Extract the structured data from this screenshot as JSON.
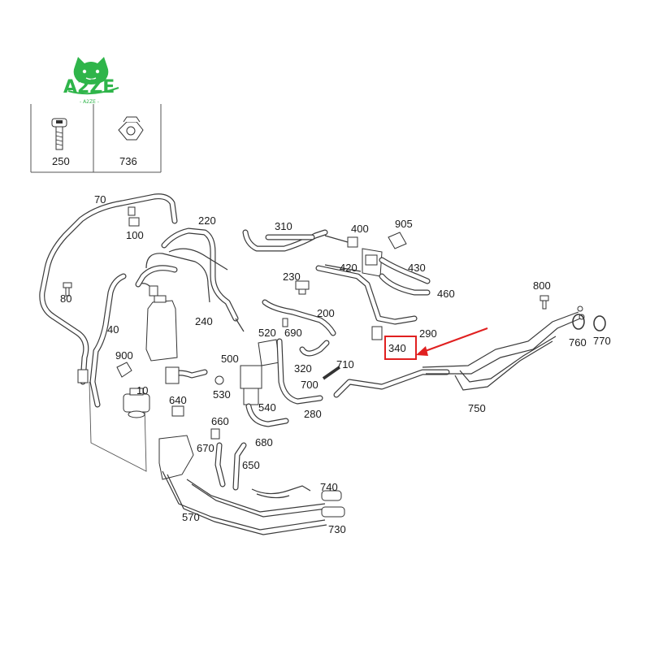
{
  "logo": {
    "text": "A2ZE",
    "subtext": "- A2ZE -"
  },
  "fastener_table": {
    "cells": [
      {
        "part_no": "250",
        "icon": "screw-icon"
      },
      {
        "part_no": "736",
        "icon": "nut-icon"
      }
    ]
  },
  "callouts": [
    "70",
    "100",
    "220",
    "310",
    "400",
    "905",
    "420",
    "430",
    "460",
    "80",
    "230",
    "200",
    "240",
    "520",
    "690",
    "290",
    "800",
    "40",
    "900",
    "500",
    "710",
    "340",
    "760",
    "770",
    "10",
    "530",
    "320",
    "700",
    "640",
    "540",
    "280",
    "750",
    "660",
    "680",
    "670",
    "650",
    "740",
    "570",
    "730"
  ],
  "highlight": {
    "part_no": "340",
    "color": "#e02020"
  }
}
